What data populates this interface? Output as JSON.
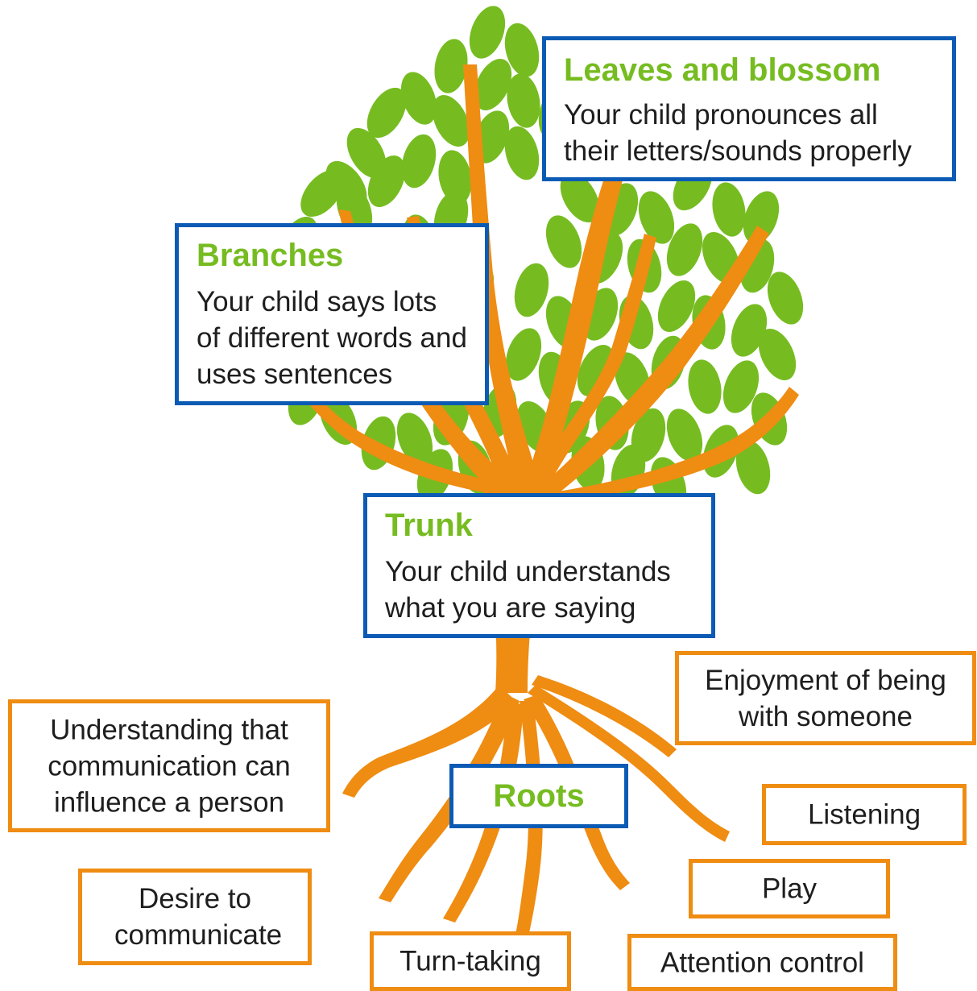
{
  "colors": {
    "leaf": "#76bc21",
    "trunk": "#ef8c12",
    "blue_border": "#0b5bb5",
    "orange_border": "#ef8c12",
    "title_green": "#76bc21",
    "body_text": "#1e1e1e"
  },
  "boxes": {
    "leaves": {
      "title": "Leaves and blossom",
      "body": "Your child pronounces all their letters/sounds properly"
    },
    "branches": {
      "title": "Branches",
      "body": "Your child says lots of different words and uses sentences"
    },
    "trunk": {
      "title": "Trunk",
      "body": "Your child understands what you are saying"
    },
    "roots": {
      "title": "Roots"
    }
  },
  "root_labels": {
    "enjoyment": "Enjoyment of being with someone",
    "understanding": "Understanding that communication can influence a person",
    "listening": "Listening",
    "play": "Play",
    "desire": "Desire to communicate",
    "turn_taking": "Turn-taking",
    "attention": "Attention control"
  }
}
